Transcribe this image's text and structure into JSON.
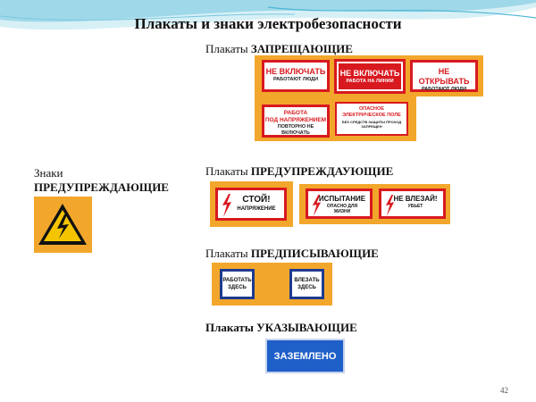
{
  "title": "Плакаты и знаки электробезопасности",
  "prohibiting": {
    "caption_prefix": "Плакаты",
    "caption_bold": "ЗАПРЕЩАЮЩИЕ",
    "plates": [
      {
        "line1": "НЕ ВКЛЮЧАТЬ",
        "line2": "РАБОТАЮТ ЛЮДИ"
      },
      {
        "line1": "НЕ ВКЛЮЧАТЬ",
        "line2": "РАБОТА НА ЛИНИИ"
      },
      {
        "line1": "НЕ ОТКРЫВАТЬ",
        "line2": "РАБОТАЮТ ЛЮДИ"
      },
      {
        "line1": "РАБОТА",
        "line1b": "ПОД НАПРЯЖЕНИЕМ",
        "line2": "ПОВТОРНО НЕ ВКЛЮЧАТЬ"
      },
      {
        "line1": "ОПАСНОЕ",
        "line1b": "ЭЛЕКТРИЧЕСКОЕ ПОЛЕ",
        "line2": "БЕЗ СРЕДСТВ ЗАЩИТЫ ПРОХОД ЗАПРЕЩЕН"
      }
    ]
  },
  "signs": {
    "caption_prefix": "Знаки",
    "caption_bold": "ПРЕДУПРЕЖДАЮЩИЕ"
  },
  "warning": {
    "caption_prefix": "Плакаты",
    "caption_bold": "ПРЕДУПРЕЖДАУЮЩИЕ",
    "plates": [
      {
        "line1": "СТОЙ!",
        "line2": "НАПРЯЖЕНИЕ"
      },
      {
        "line1": "ИСПЫТАНИЕ",
        "line2": "ОПАСНО ДЛЯ ЖИЗНИ"
      },
      {
        "line1": "НЕ ВЛЕЗАЙ!",
        "line2": "УБЬЕТ"
      }
    ]
  },
  "prescriptive": {
    "caption_prefix": "Плакаты",
    "caption_bold": "ПРЕДПИСЫВАЮЩИЕ",
    "plates": [
      {
        "line1": "РАБОТАТЬ",
        "line2": "ЗДЕСЬ"
      },
      {
        "line1": "ВЛЕЗАТЬ",
        "line2": "ЗДЕСЬ"
      }
    ]
  },
  "indicating": {
    "caption": "Плакаты УКАЗЫВАЮЩИЕ",
    "plate": "ЗАЗЕМЛЕНО"
  },
  "page_number": "42",
  "colors": {
    "panel_orange": "#f2a72c",
    "danger_red": "#d8191f",
    "info_blue": "#1f5fc8",
    "sign_yellow": "#f5c400"
  }
}
